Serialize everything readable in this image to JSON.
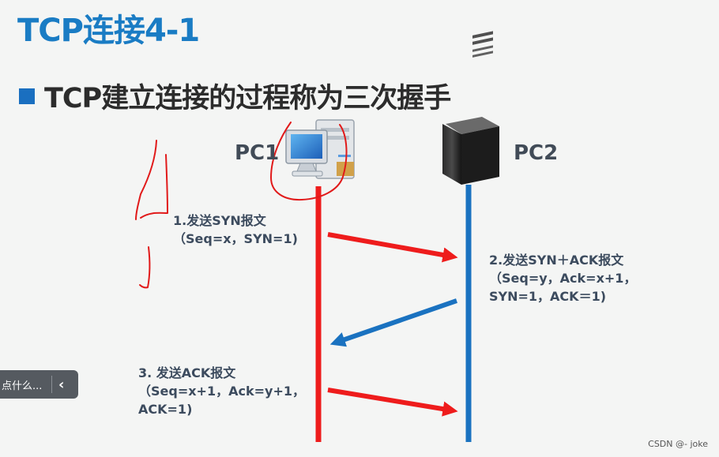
{
  "slide": {
    "title": "TCP连接4-1",
    "bullet": "TCP建立连接的过程称为三次握手"
  },
  "hosts": {
    "pc1": {
      "label": "PC1",
      "icon": "desktop-computer-icon"
    },
    "pc2": {
      "label": "PC2",
      "icon": "server-tower-icon"
    }
  },
  "steps": [
    {
      "line1": "1.发送SYN报文",
      "line2": "（Seq=x，SYN=1)"
    },
    {
      "line1": "2.发送SYN＋ACK报文",
      "line2": "（Seq=y，Ack=x+1，",
      "line3": "SYN=1，ACK＝1)"
    },
    {
      "line1": "3. 发送ACK报文",
      "line2": "（Seq=x+1，Ack=y+1，",
      "line3": "ACK=1)"
    }
  ],
  "colors": {
    "title": "#1a7cc4",
    "pc1_line": "#ee1c1c",
    "pc2_line": "#1a72c0",
    "annotation": "#e11a1a"
  },
  "toast": {
    "text": "点什么...",
    "icon": "chevron-left-icon"
  },
  "watermark": "CSDN @- joke"
}
